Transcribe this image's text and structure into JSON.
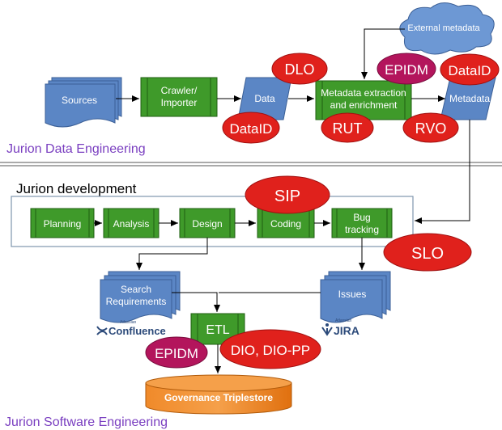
{
  "colors": {
    "blue_doc": "#5b86c5",
    "green_proc": "#3f9a2a",
    "red_ellipse": "#e0211c",
    "magenta_ellipse": "#b3155c",
    "cloud": "#6d98d4",
    "orange_db": "#ef7d1a",
    "section_title": "#7a3fc0",
    "frame": "#7f97ae"
  },
  "top_section": {
    "title": "Jurion Data Engineering",
    "sources": "Sources",
    "crawler_line1": "Crawler/",
    "crawler_line2": "Importer",
    "data": "Data",
    "extraction_line1": "Metadata extraction",
    "extraction_line2": "and enrichment",
    "metadata": "Metadata",
    "external_metadata": "External metadata",
    "ellipses": {
      "dlo": "DLO",
      "epidm": "EPIDM",
      "dataid_top": "DataID",
      "dataid_bottom": "DataID",
      "rut": "RUT",
      "rvo": "RVO"
    }
  },
  "middle_section": {
    "title": "Jurion development",
    "steps": {
      "planning": "Planning",
      "analysis": "Analysis",
      "design": "Design",
      "coding": "Coding",
      "bug_line1": "Bug",
      "bug_line2": "tracking"
    },
    "ellipses": {
      "sip": "SIP",
      "slo": "SLO"
    }
  },
  "bottom_section": {
    "title": "Jurion Software Engineering",
    "search_line1": "Search",
    "search_line2": "Requirements",
    "issues": "Issues",
    "etl": "ETL",
    "governance": "Governance Triplestore",
    "confluence_small": "Atlassian",
    "confluence_name": "Confluence",
    "jira_small": "Atlassian",
    "jira_name": "JIRA",
    "ellipses": {
      "epidm": "EPIDM",
      "dio": "DIO, DIO-PP"
    }
  }
}
